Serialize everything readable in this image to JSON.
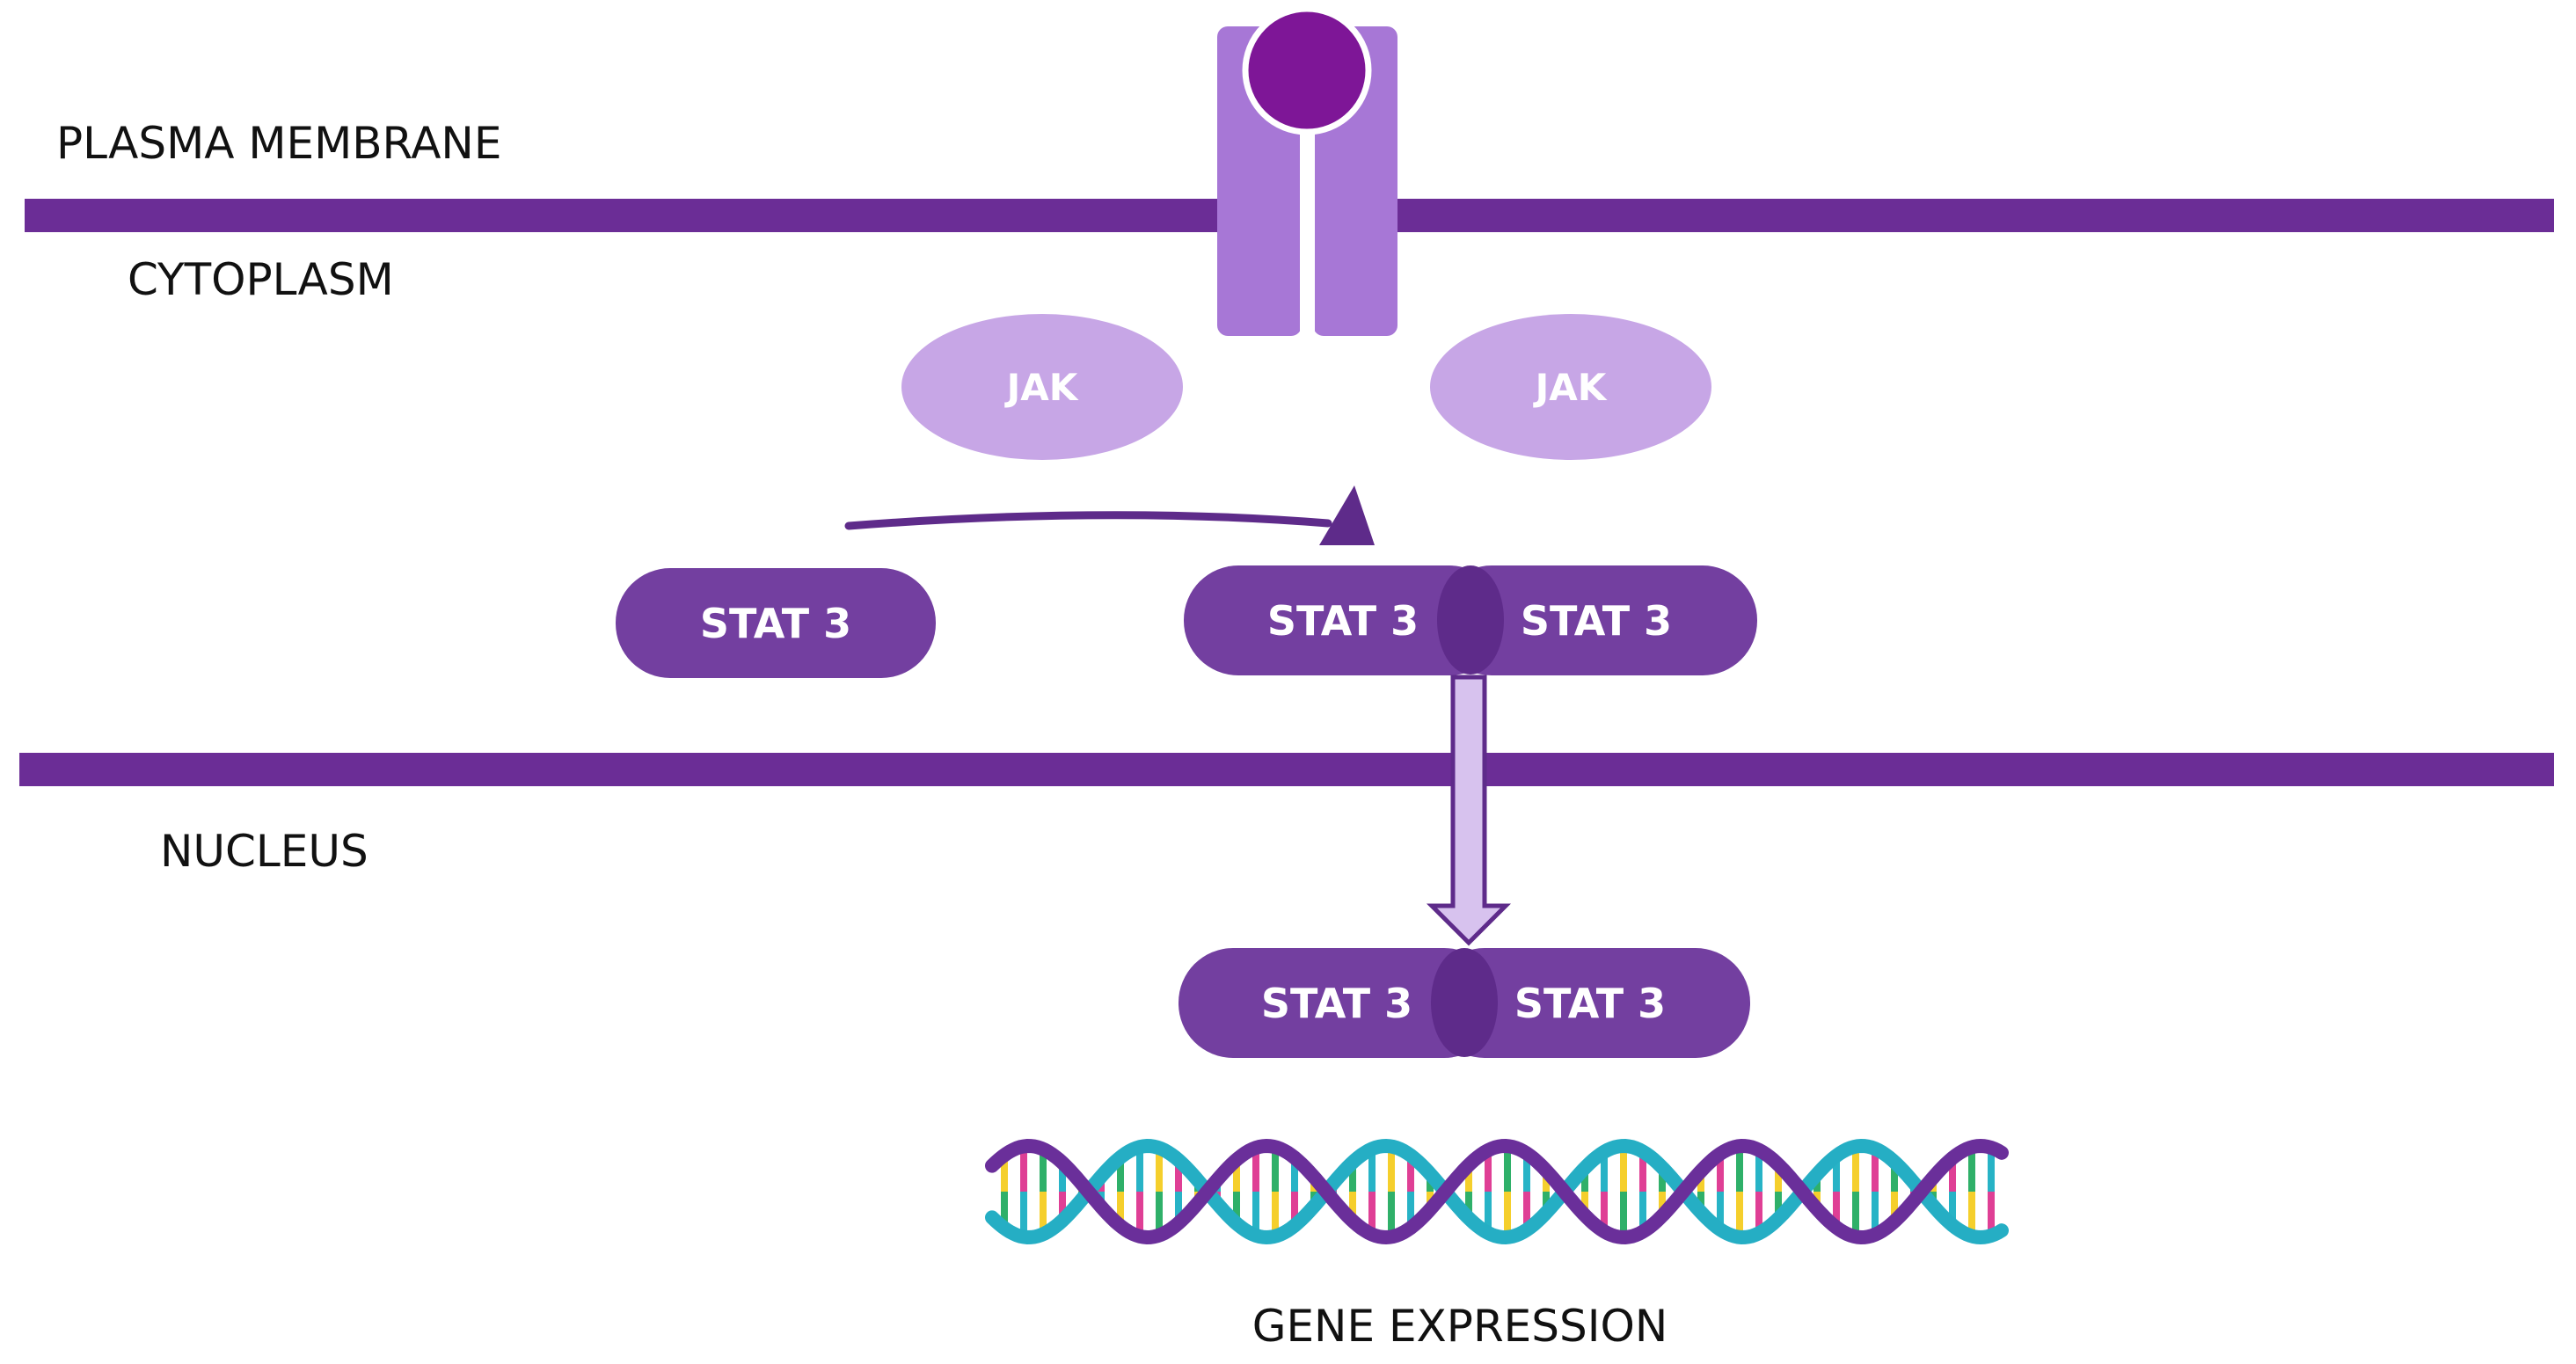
{
  "labels": {
    "plasma_membrane": "PLASMA MEMBRANE",
    "cytoplasm": "CYTOPLASM",
    "nucleus": "NUCLEUS",
    "gene_expression": "GENE EXPRESSION"
  },
  "jak": {
    "left": "JAK",
    "right": "JAK"
  },
  "stat": {
    "monomer": "STAT 3",
    "dimer_cyto_left": "STAT 3",
    "dimer_cyto_right": "STAT 3",
    "dimer_nuc_left": "STAT 3",
    "dimer_nuc_right": "STAT 3"
  },
  "colors": {
    "membrane": "#6b2d96",
    "receptor": "#a777d6",
    "ligand": "#7e1697",
    "jak": "#c7a6e6",
    "stat": "#733fa0",
    "stat_overlap": "#5e2b8a",
    "arrow_fill": "#d7c2ee",
    "dna_strand_a": "#6a2f9a",
    "dna_strand_b": "#25aec4",
    "base_yellow": "#f5cf2c",
    "base_pink": "#df3f95",
    "base_green": "#2fb069",
    "base_teal": "#27b3c6"
  }
}
